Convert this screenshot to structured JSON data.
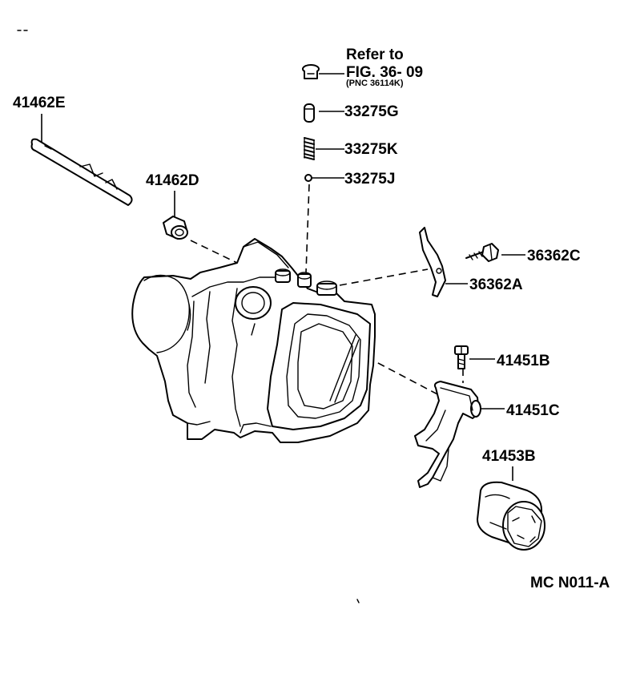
{
  "labels": {
    "refer_line1": "Refer to",
    "refer_line2": "FIG. 36- 09",
    "refer_line3": "(PNC 36114K)",
    "p41462E": "41462E",
    "p41462D": "41462D",
    "p33275G": "33275G",
    "p33275K": "33275K",
    "p33275J": "33275J",
    "p36362C": "36362C",
    "p36362A": "36362A",
    "p41451B": "41451B",
    "p41451C": "41451C",
    "p41453B": "41453B",
    "drawing_code": "MC N011-A"
  }
}
